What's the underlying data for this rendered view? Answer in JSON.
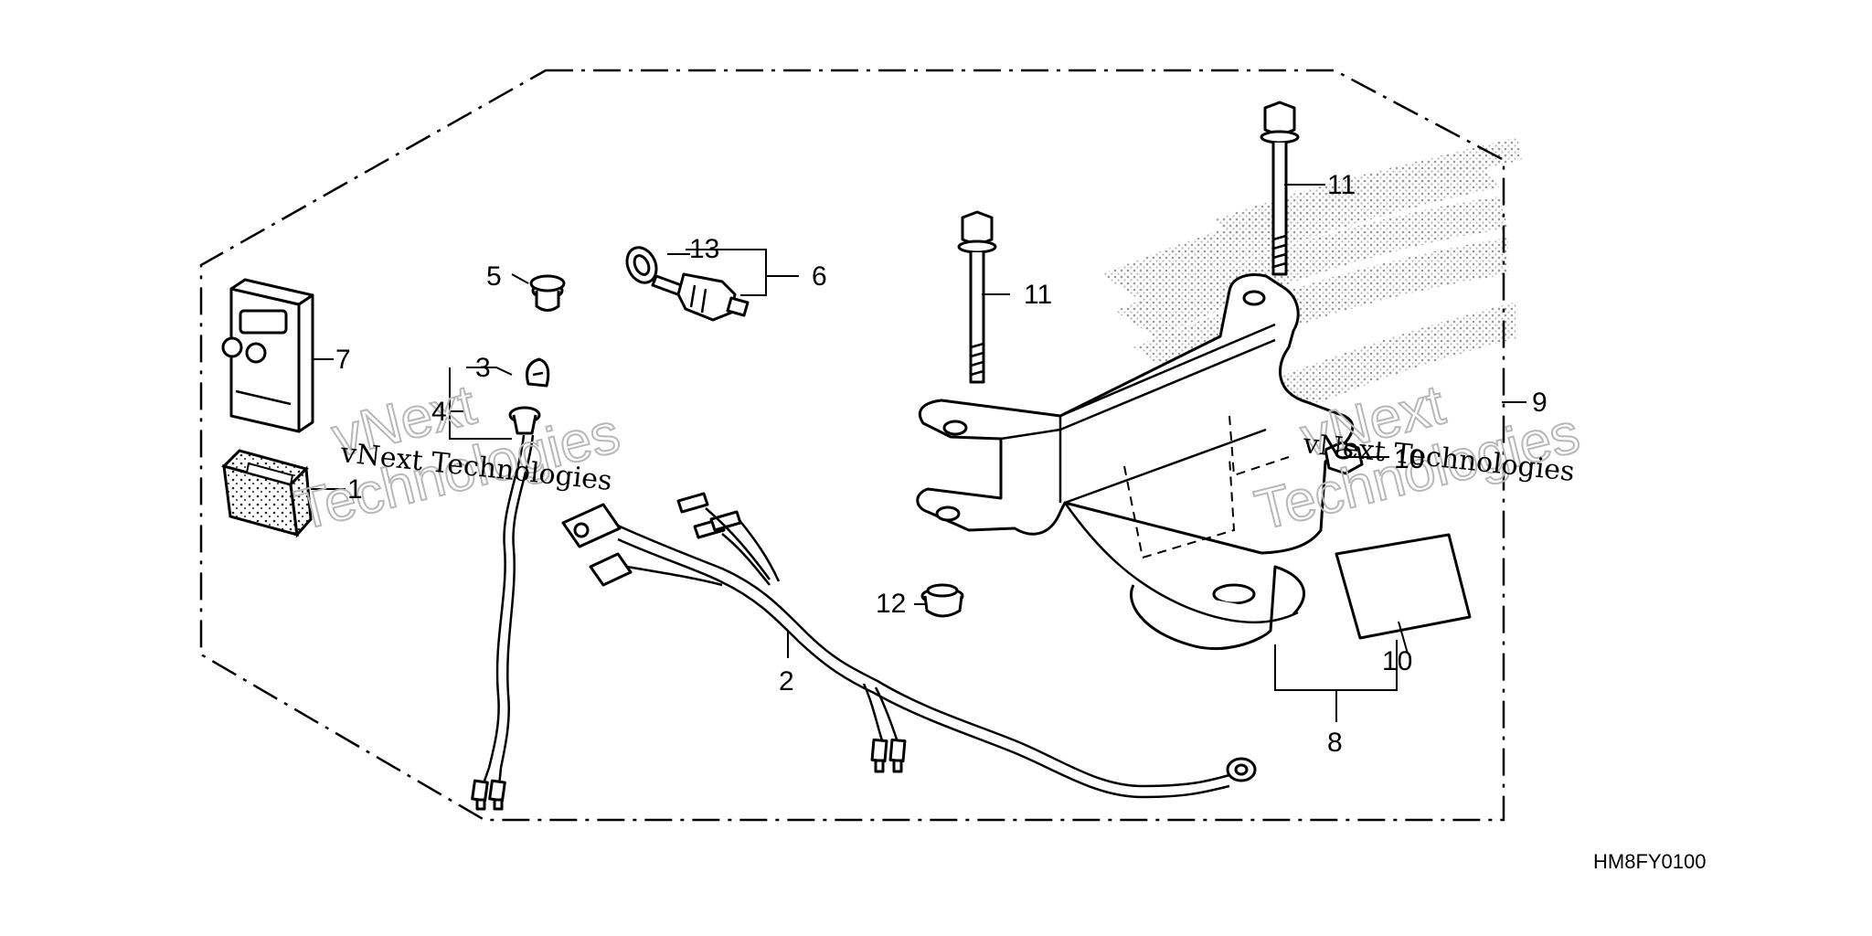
{
  "diagram_code": "HM8FY0100",
  "watermark": {
    "line1": "vNext Technologies",
    "big_line1": "vNext",
    "big_line2": "Technologies"
  },
  "callouts": {
    "part_1": "1",
    "part_2": "2",
    "part_3": "3",
    "part_4": "4",
    "part_5": "5",
    "part_6": "6",
    "part_7": "7",
    "part_8": "8",
    "part_9": "9",
    "part_10a": "10",
    "part_10b": "10",
    "part_11a": "11",
    "part_11b": "11",
    "part_12": "12",
    "part_13": "13"
  }
}
